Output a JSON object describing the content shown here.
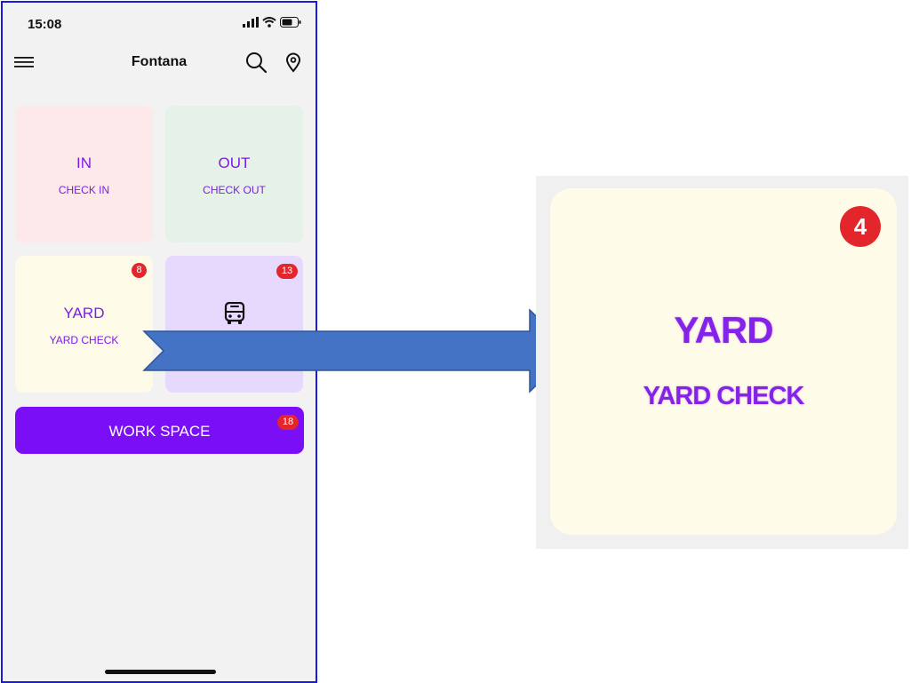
{
  "status_bar": {
    "time": "15:08"
  },
  "app_bar": {
    "title": "Fontana",
    "icons": [
      "hamburger-menu-icon",
      "search-icon",
      "location-pin-icon"
    ]
  },
  "tiles": {
    "in": {
      "title": "IN",
      "subtitle": "CHECK IN"
    },
    "out": {
      "title": "OUT",
      "subtitle": "CHECK OUT"
    },
    "yard": {
      "title": "YARD",
      "subtitle": "YARD CHECK",
      "badge": "8"
    },
    "bus": {
      "icon": "bus-icon",
      "badge": "13"
    }
  },
  "workspace": {
    "label": "WORK SPACE",
    "badge": "18"
  },
  "zoom": {
    "title": "YARD",
    "subtitle": "YARD CHECK",
    "badge": "4"
  },
  "colors": {
    "accent": "#7a0ef5",
    "text_accent": "#7a1ce6",
    "badge": "#e3262b",
    "tile_in": "#fde9ea",
    "tile_out": "#e6f1e7",
    "tile_yard": "#fdfbe8",
    "tile_bus": "#e7d9fd",
    "arrow": "#4472c4"
  }
}
